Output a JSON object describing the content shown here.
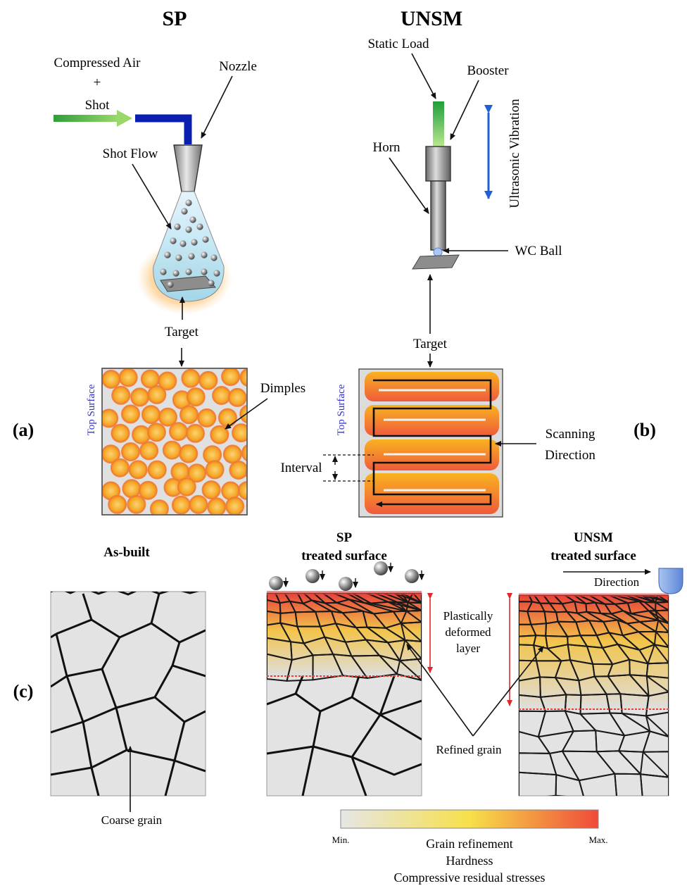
{
  "panel_a": {
    "title": "SP",
    "compressed_air": "Compressed Air",
    "plus": "+",
    "shot": "Shot",
    "nozzle": "Nozzle",
    "shot_flow": "Shot Flow",
    "target": "Target",
    "top_surface": "Top Surface",
    "dimples": "Dimples",
    "panel_label": "(a)"
  },
  "panel_b": {
    "title": "UNSM",
    "static_load": "Static Load",
    "booster": "Booster",
    "horn": "Horn",
    "ultrasonic_vibration": "Ultrasonic Vibration",
    "wc_ball": "WC Ball",
    "target": "Target",
    "top_surface": "Top Surface",
    "scanning": "Scanning",
    "direction": "Direction",
    "interval": "Interval",
    "panel_label": "(b)"
  },
  "panel_c": {
    "panel_label": "(c)",
    "as_built": "As-built",
    "sp_title_1": "SP",
    "sp_title_2": "treated surface",
    "unsm_title_1": "UNSM",
    "unsm_title_2": "treated surface",
    "direction": "Direction",
    "plastic_1": "Plastically",
    "plastic_2": "deformed",
    "plastic_3": "layer",
    "refined_grain": "Refined grain",
    "coarse_grain": "Coarse grain",
    "scale_min": "Min.",
    "scale_max": "Max.",
    "legend_1": "Grain refinement",
    "legend_2": "Hardness",
    "legend_3": "Compressive residual stresses"
  },
  "colors": {
    "arrow_green": "#2e9e3a",
    "pipe_blue": "#0a1fb0",
    "vibration_blue": "#1f5fd6",
    "dimple_orange": "#f7a21b",
    "grain_red": "#e8413a",
    "top_surface_blue": "#3333cc"
  }
}
